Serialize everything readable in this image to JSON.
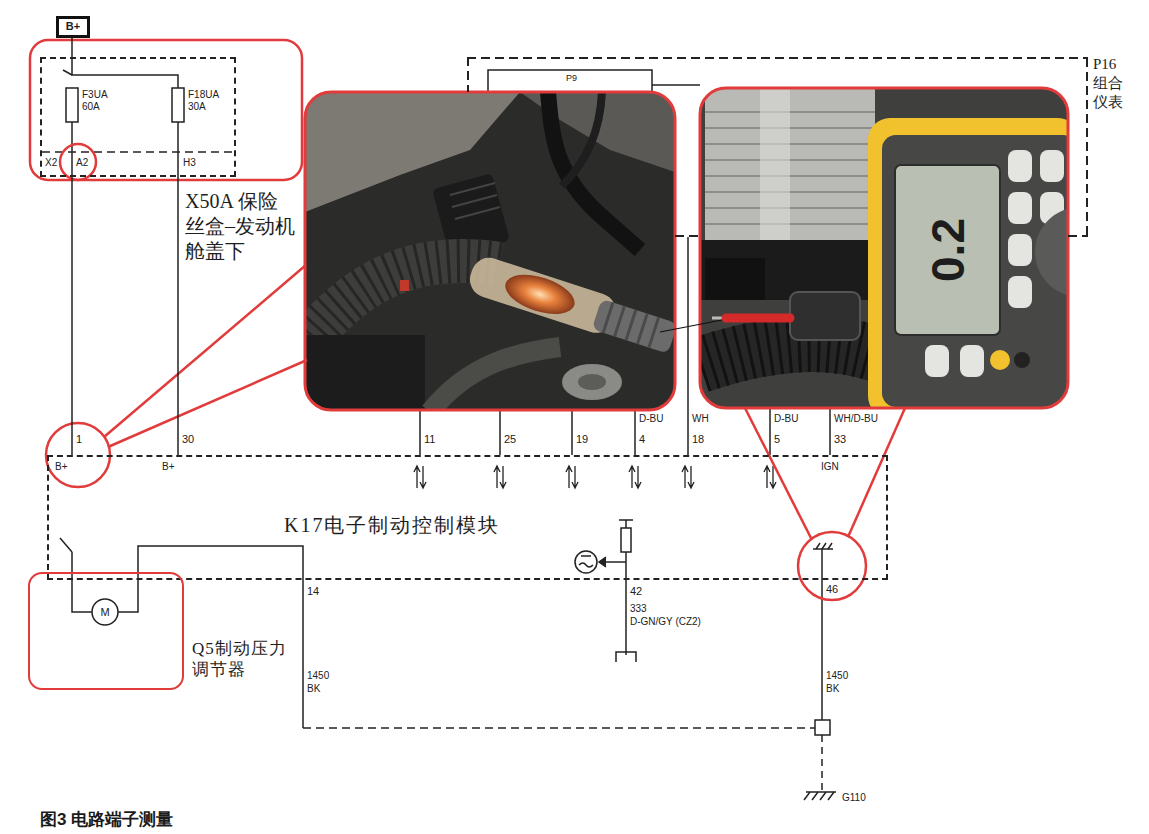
{
  "diagram": {
    "caption": "图3 电路端子测量",
    "nodes": [
      {
        "text": [
          "B+"
        ]
      },
      {
        "text": [
          "X50A 保险丝盒–发动机舱盖下"
        ]
      },
      {
        "text": [
          "P16 组合仪表"
        ]
      },
      {
        "text": [
          "K17电子制动控制模块"
        ]
      },
      {
        "text": [
          "Q5制动压力调节器"
        ]
      }
    ],
    "edges": [
      {
        "from": 0,
        "to": 1,
        "arrow": "none"
      },
      {
        "from": 1,
        "to": 3,
        "arrow": "none"
      },
      {
        "from": 1,
        "to": 3,
        "arrow": "none"
      },
      {
        "from": 3,
        "to": 2,
        "arrow": "none"
      }
    ],
    "labels": [
      "F3UA",
      "60A",
      "F18UA",
      "30A",
      "X2",
      "A2",
      "H3",
      "P9",
      "0.2",
      "D-BU",
      "WH",
      "D-BU",
      "WH/D-BU",
      "1",
      "30",
      "11",
      "25",
      "19",
      "4",
      "18",
      "5",
      "33",
      "B+",
      "B+",
      "IGN",
      "M",
      "14",
      "42",
      "46",
      "333",
      "D-GN/GY (CZ2)",
      "1450",
      "BK",
      "1450",
      "BK",
      "G110"
    ]
  }
}
